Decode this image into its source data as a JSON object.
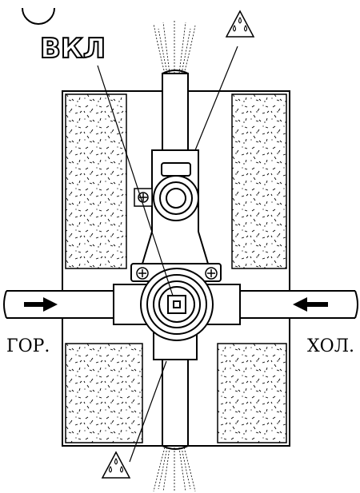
{
  "labels": {
    "on": "ВКЛ",
    "hot": "ГОР.",
    "cold": "ХОЛ."
  },
  "icons": {
    "top_warning": "water-drops-warning-icon",
    "bottom_warning": "water-drops-warning-icon"
  },
  "colors": {
    "line": "#000000",
    "background": "#ffffff"
  }
}
